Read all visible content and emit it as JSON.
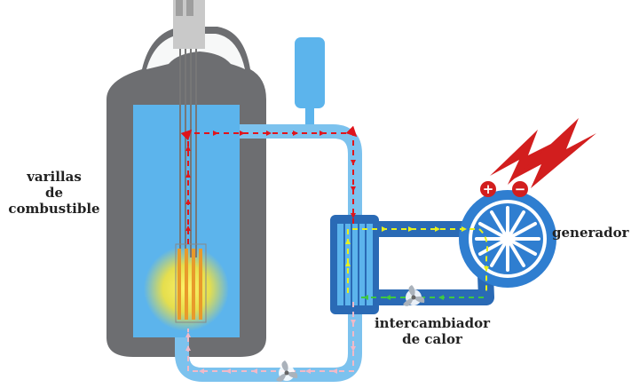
{
  "labels": {
    "fuel_rods": [
      "varillas",
      "de",
      "combustible"
    ],
    "generator": "generador",
    "heat_exchanger": [
      "intercambiador",
      "de calor"
    ]
  },
  "generator_terminals": {
    "positive": "+",
    "negative": "−"
  },
  "colors": {
    "vessel": "#6d6e71",
    "vessel_light": "#8a8b8e",
    "water": "#5cb4ec",
    "pipe_primary": "#7cc2ee",
    "pipe_secondary": "#2a6ab5",
    "generator": "#2f7ed0",
    "lightning": "#d21e1e",
    "core_glow": "#f2e24a",
    "flow_primary_hot": "#e0141b",
    "flow_primary_cold": "#f1b9c8",
    "flow_secondary_hot": "#e8f11c",
    "flow_secondary_cold": "#3ec940",
    "rod_cap": "#c9c9c9"
  },
  "icons": [
    "pump-fan-icon",
    "pump-fan-icon",
    "lightning-bolt-icon",
    "plus-icon",
    "minus-icon"
  ]
}
